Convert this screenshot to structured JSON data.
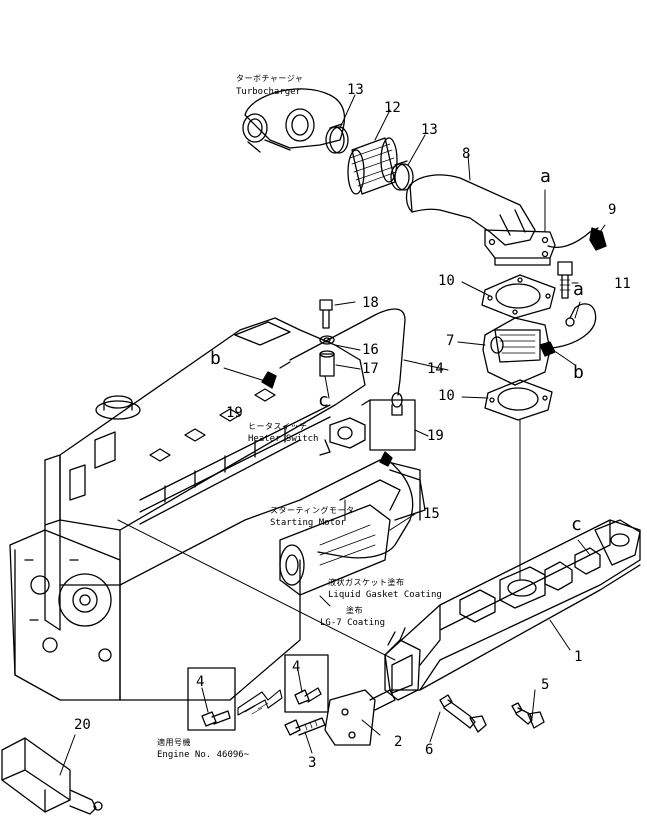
{
  "labels": {
    "turbocharger_jp": "ターボチャージャ",
    "turbocharger": "Turbocharger",
    "heater_switch_jp": "ヒータスイッチ",
    "heater_switch": "Heater Switch",
    "starting_motor_jp": "スターティングモータ",
    "starting_motor": "Starting Motor",
    "liquid_gasket_jp": "液状ガスケット塗布",
    "liquid_gasket": "Liquid Gasket Coating",
    "lg7_jp": "塗布",
    "lg7": "LG-7 Coating",
    "engine_no_jp": "適用号機",
    "engine_no": "Engine No. 46096~"
  },
  "parts": {
    "p1": "1",
    "p2": "2",
    "p3": "3",
    "p4a": "4",
    "p4b": "4",
    "p5": "5",
    "p6": "6",
    "p7": "7",
    "p8": "8",
    "p9": "9",
    "p10a": "10",
    "p10b": "10",
    "p11": "11",
    "p12": "12",
    "p13a": "13",
    "p13b": "13",
    "p14": "14",
    "p15": "15",
    "p16": "16",
    "p17": "17",
    "p18": "18",
    "p19a": "19",
    "p19b": "19",
    "p20": "20"
  },
  "refs": {
    "a1": "a",
    "a2": "a",
    "b1": "b",
    "b2": "b",
    "c1": "c",
    "c2": "c"
  }
}
